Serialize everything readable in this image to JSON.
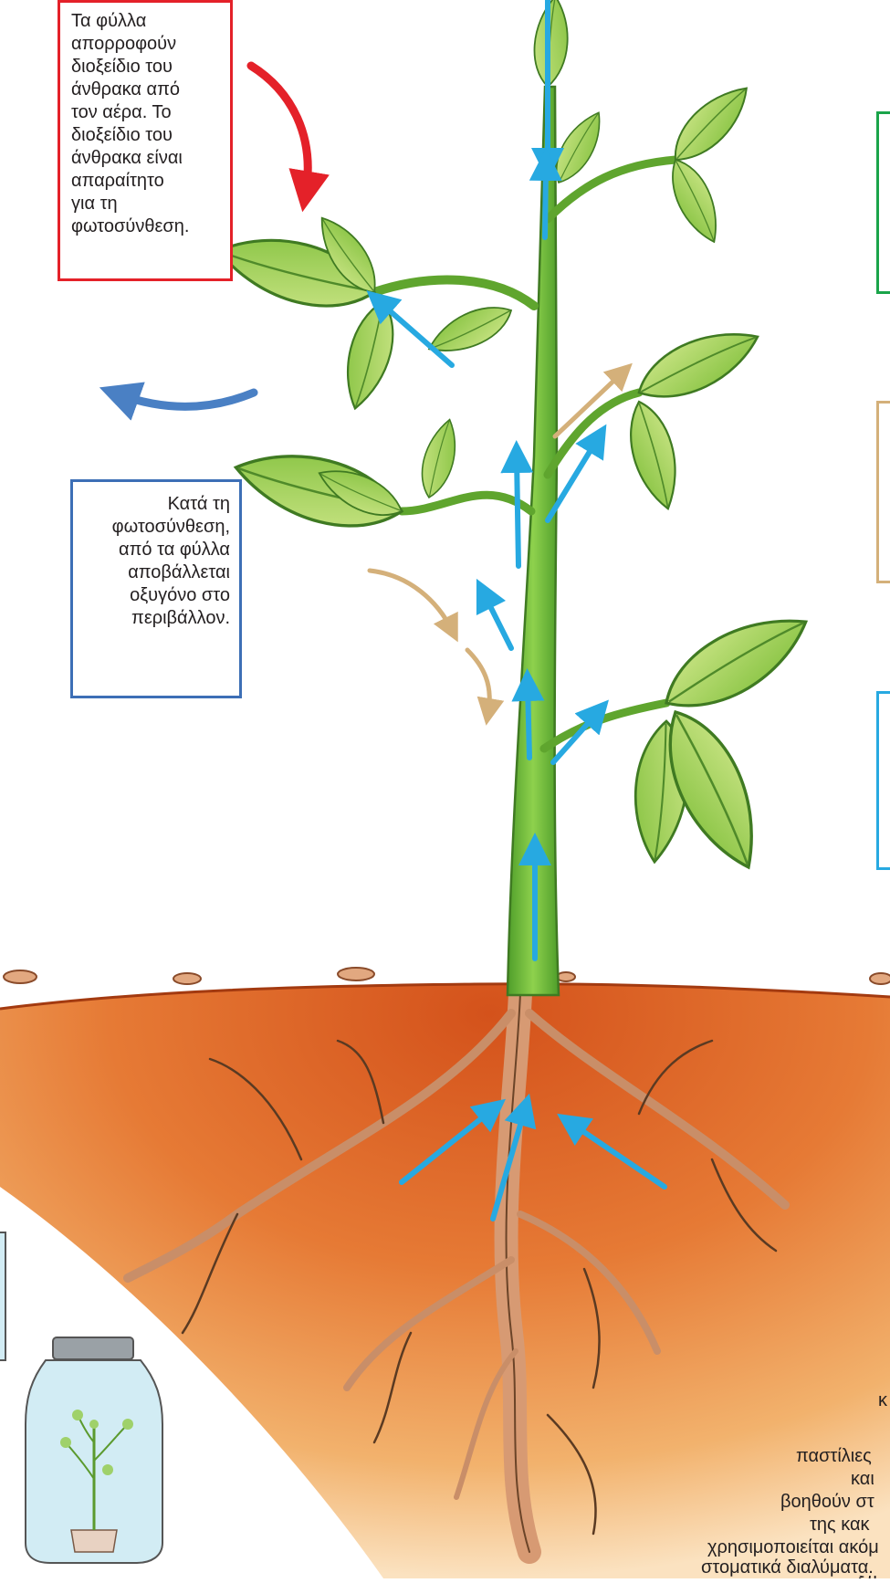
{
  "callouts": {
    "red": {
      "border_color": "#e42129",
      "lines": [
        "Τα φύλλα",
        "απορροφούν",
        "διοξείδιο του",
        "άνθρακα από",
        "τον αέρα. Το",
        "διοξείδιο του",
        "άνθρακα είναι",
        "απαραίτητο",
        "για τη",
        "φωτοσύνθεση."
      ]
    },
    "blue": {
      "border_color": "#3d6fb6",
      "lines": [
        "Κατά τη",
        "φωτοσύνθεση,",
        "από τα φύλλα",
        "αποβάλλεται",
        "οξυγόνο στο",
        "περιβάλλον."
      ]
    },
    "green_border": "#1aa44a",
    "tan_border": "#d4b07a",
    "cyan_border": "#27a9e1"
  },
  "cut_text": {
    "line1": "κ",
    "line2": "παστίλιες",
    "line3": "και",
    "line4": "βοηθούν στ",
    "line5": "της κακ",
    "line6": "χρησιμοποιείται ακόμ",
    "line7": "στοματικά διαλύματα.",
    "line8": "επ"
  },
  "arrow_colors": {
    "co2": "#e42129",
    "oxygen": "#4a80c4",
    "water": "#27a9e1",
    "sap": "#d4b07a"
  },
  "icons": [
    "plant-illustration",
    "soil-mound",
    "root-system",
    "glass-jar-icon",
    "jar-plant-icon"
  ]
}
